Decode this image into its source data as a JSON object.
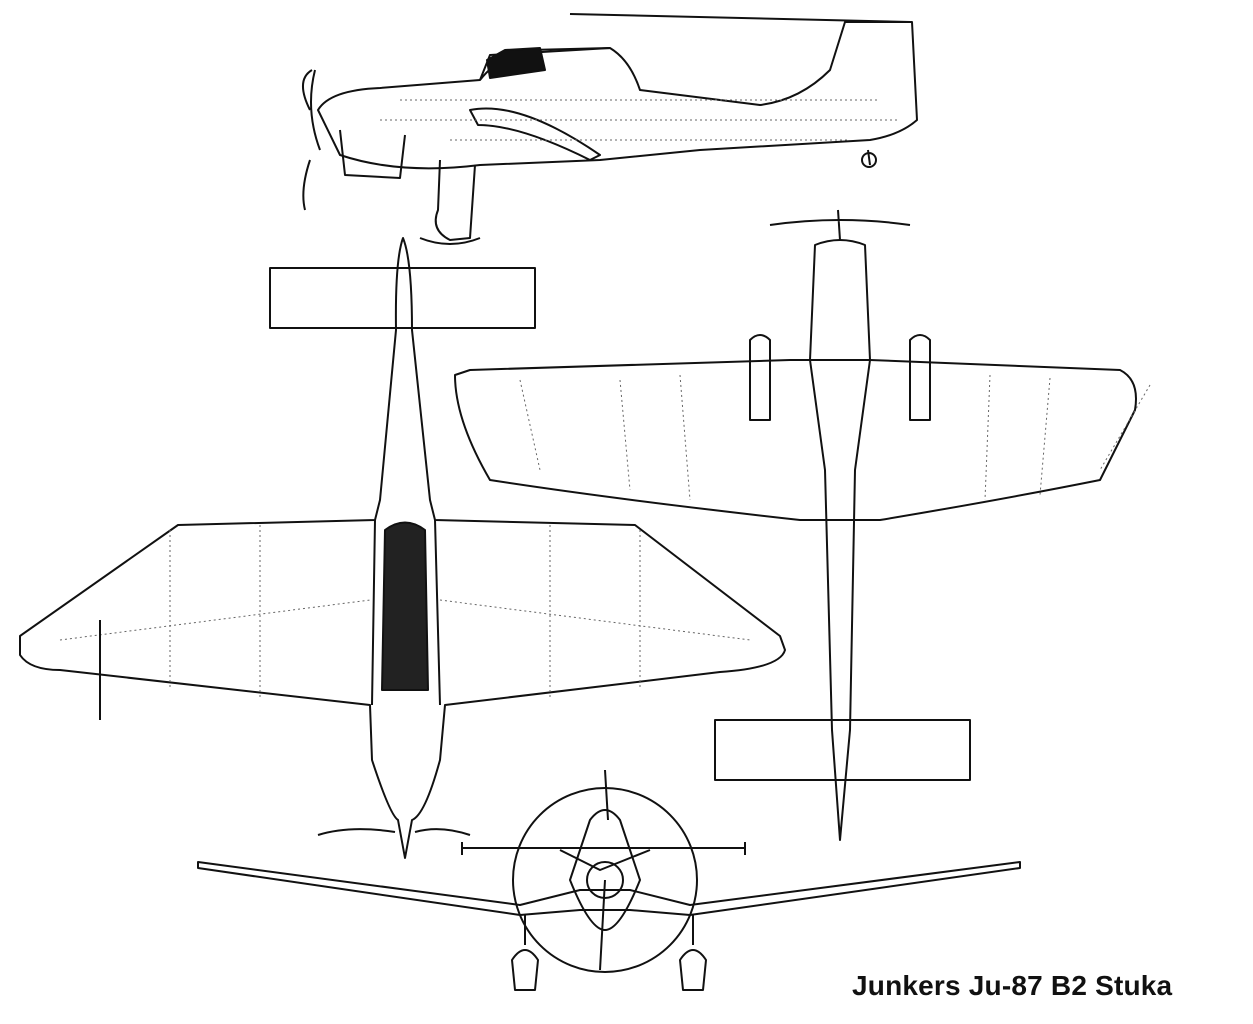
{
  "caption": "Junkers Ju-87 B2 Stuka",
  "views": [
    "side-view",
    "top-view",
    "bottom-view",
    "front-view"
  ]
}
